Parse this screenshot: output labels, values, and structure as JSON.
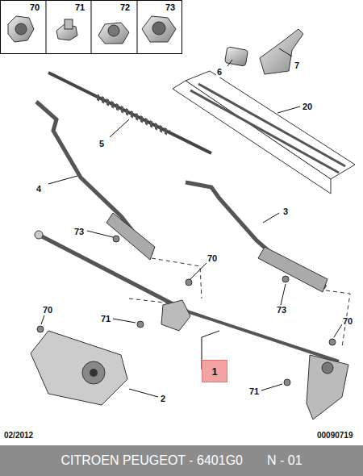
{
  "diagram": {
    "nodes": [
      {
        "text": [
          "70"
        ]
      },
      {
        "text": [
          "71"
        ]
      },
      {
        "text": [
          "72"
        ]
      },
      {
        "text": [
          "73"
        ]
      },
      {
        "text": [
          "1"
        ]
      },
      {
        "text": [
          "CITROEN PEUGEOT - 6401G0",
          "N - 01"
        ]
      }
    ],
    "labels": [
      "6",
      "7",
      "20",
      "5",
      "4",
      "3",
      "73",
      "70",
      "73",
      "70",
      "71",
      "70",
      "2",
      "71",
      "02/2012",
      "00090719"
    ]
  }
}
